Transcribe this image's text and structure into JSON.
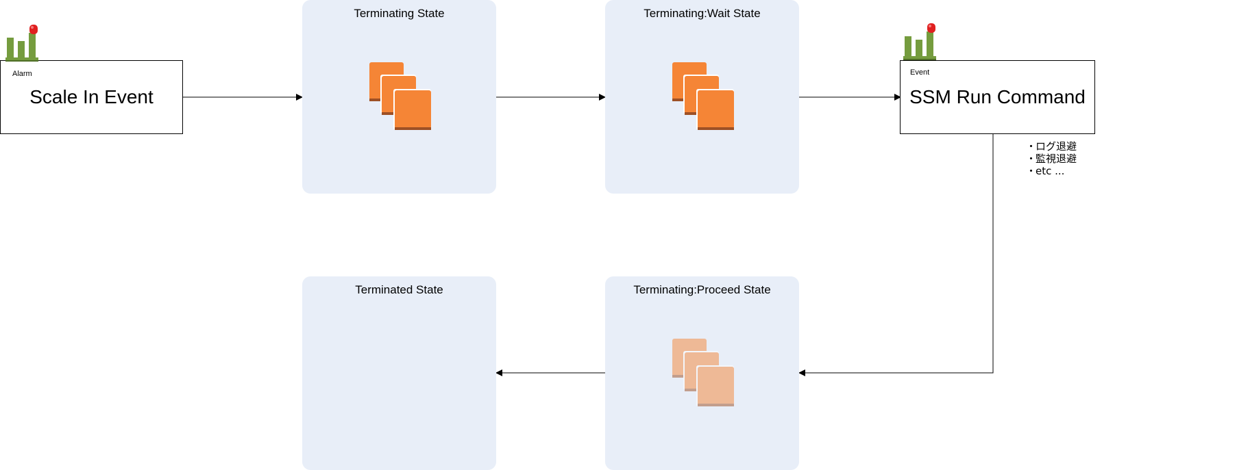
{
  "nodes": {
    "scale_in_event": {
      "tag": "Alarm",
      "label": "Scale In Event"
    },
    "ssm_run_command": {
      "tag": "Event",
      "label": "SSM Run Command",
      "notes": [
        "ログ退避",
        "監視退避",
        "etc ..."
      ],
      "note_bullet": "・"
    },
    "terminating": {
      "title": "Terminating State"
    },
    "terminating_wait": {
      "title": "Terminating:Wait State"
    },
    "terminating_proceed": {
      "title": "Terminating:Proceed State"
    },
    "terminated": {
      "title": "Terminated State"
    }
  },
  "icons": {
    "alarm": "cloudwatch-alarm-icon",
    "instances": "ec2-instances-icon"
  },
  "colors": {
    "panel_fill": "#e8eef8",
    "instance_orange": "#f58536",
    "instance_shadow": "#9d5025",
    "alarm_green": "#759c3e",
    "alarm_red": "#e02020",
    "connector": "#000000"
  }
}
